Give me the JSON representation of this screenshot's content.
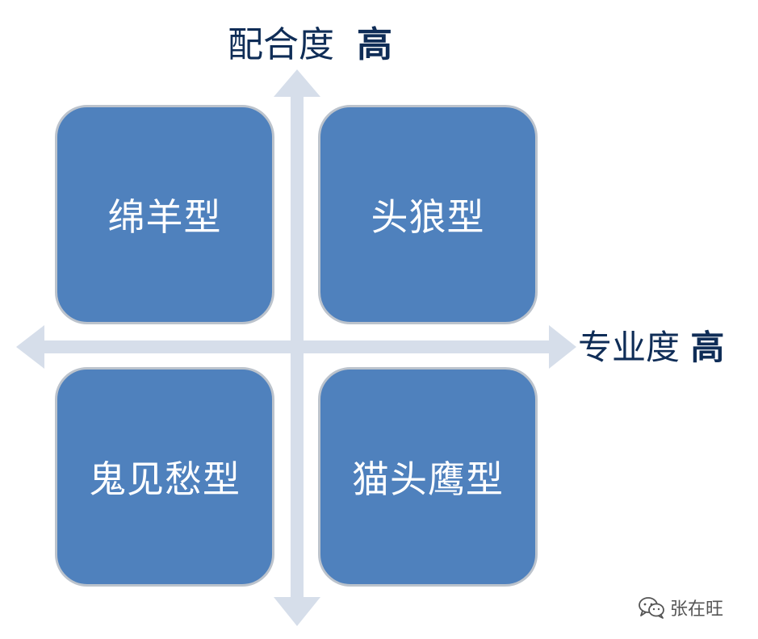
{
  "y_axis": {
    "label": "配合度",
    "level": "高"
  },
  "x_axis": {
    "label": "专业度",
    "level": "高"
  },
  "quadrants": {
    "top_left": "绵羊型",
    "top_right": "头狼型",
    "bottom_left": "鬼见愁型",
    "bottom_right": "猫头鹰型"
  },
  "watermark": {
    "text": "张在旺",
    "icon": "wechat-icon"
  },
  "colors": {
    "box_fill": "#4f81bd",
    "box_border": "#bcc3cc",
    "axis": "#d6deea",
    "label_text": "#0f2d57"
  }
}
